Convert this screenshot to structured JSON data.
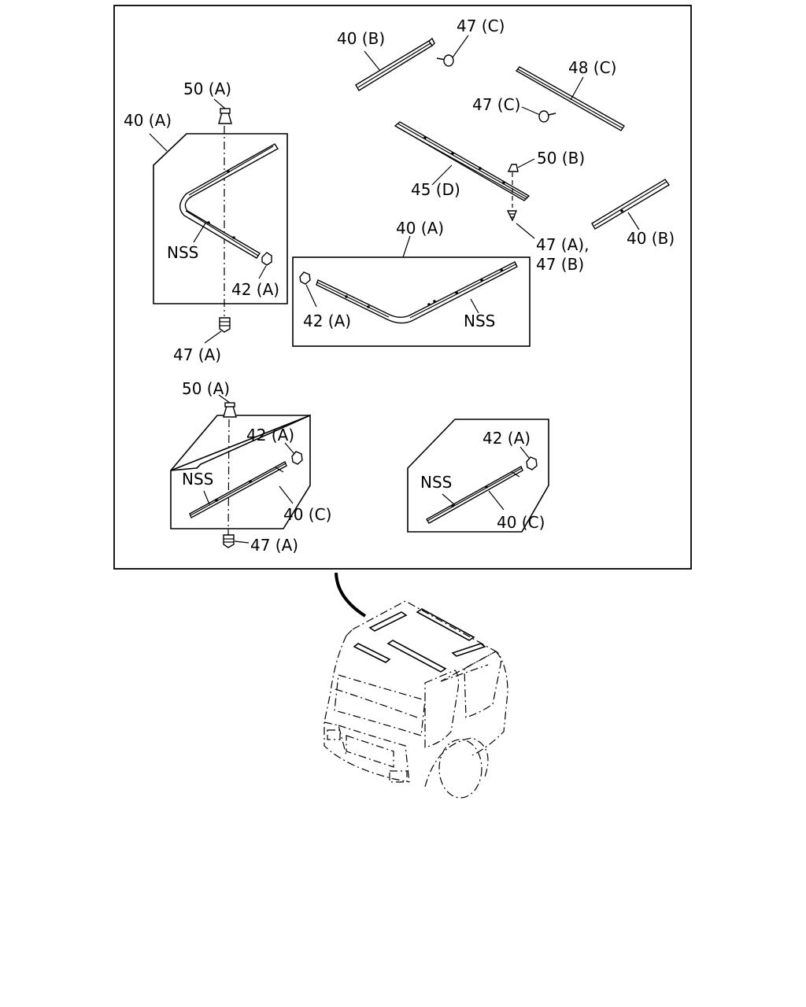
{
  "labels": {
    "l40b_top": "40 (B)",
    "l47c_top": "47 (C)",
    "l48c": "48 (C)",
    "l47c_mid": "47 (C)",
    "l50a_top": "50 (A)",
    "l40a_left": "40 (A)",
    "l50b": "50 (B)",
    "l45d": "45 (D)",
    "l40b_right": "40 (B)",
    "l47ab_1": "47 (A),",
    "l47ab_2": "47 (B)",
    "l40a_center": "40 (A)",
    "l_nss_left": "NSS",
    "l42a_left": "42 (A)",
    "l42a_center": "42 (A)",
    "l_nss_center": "NSS",
    "l47a_left": "47 (A)",
    "l50a_bottom": "50 (A)",
    "l42a_bl": "42 (A)",
    "l_nss_bl": "NSS",
    "l40c_bl": "40 (C)",
    "l47a_bl": "47 (A)",
    "l42a_br": "42 (A)",
    "l_nss_br": "NSS",
    "l40c_br": "40 (C)"
  }
}
